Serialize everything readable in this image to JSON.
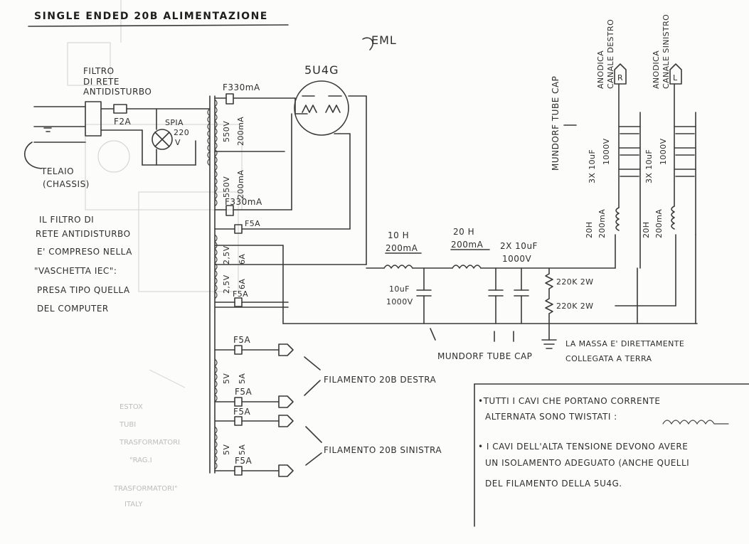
{
  "title": "SINGLE ENDED 20B  ALIMENTAZIONE",
  "tube": {
    "brand": "EML",
    "type": "5U4G"
  },
  "mains": {
    "filter_label_1": "FILTRO",
    "filter_label_2": "DI RETE",
    "filter_label_3": "ANTIDISTURBO",
    "fuse": "F2A",
    "lamp_1": "SPIA",
    "lamp_2": "220",
    "lamp_3": "V",
    "chassis_1": "TELAIO",
    "chassis_2": "(CHASSIS)"
  },
  "note_left": [
    "IL FILTRO DI",
    "RETE ANTIDISTURBO",
    "E' COMPRESO NELLA",
    "\"VASCHETTA IEC\":",
    "PRESA TIPO QUELLA",
    "DEL COMPUTER"
  ],
  "transformer": {
    "fuse_hv_1": "F330mA",
    "hv_1a": "550V",
    "hv_1b": "200mA",
    "hv_2a": "550V",
    "hv_2b": "200mA",
    "fuse_hv_2": "F330mA",
    "fuse_f5a": "F5A",
    "htr_1": "2,5V",
    "htr_2": "6A",
    "htr_3": "2,5V",
    "htr_4": "6A",
    "fil_v": "5V",
    "fil_a": "5A"
  },
  "filter": {
    "choke1_a": "10 H",
    "choke1_b": "200mA",
    "choke2_a": "20 H",
    "choke2_b": "200mA",
    "cap1_a": "10uF",
    "cap1_b": "1000V",
    "cap2_a": "2X 10uF",
    "cap2_b": "1000V",
    "res1": "220K 2W",
    "res2": "220K 2W",
    "mundorf_bottom": "MUNDORF TUBE CAP",
    "ground_1": "LA MASSA E' DIRETTAMENTE",
    "ground_2": "COLLEGATA A TERRA"
  },
  "right": {
    "mundorf_side": "MUNDORF TUBE CAP",
    "cap_a": "3X 10uF",
    "cap_b": "1000V",
    "choke_a": "20H",
    "choke_b": "200mA",
    "anode_r_1": "ANODICA",
    "anode_r_2": "CANALE DESTRO",
    "anode_l_1": "ANODICA",
    "anode_l_2": "CANALE SINISTRO",
    "r_tag": "R",
    "l_tag": "L"
  },
  "filaments": {
    "right": "FILAMENTO 20B DESTRA",
    "left": "FILAMENTO 20B SINISTRA"
  },
  "notes_box": {
    "line1a": "•TUTTI I CAVI CHE PORTANO CORRENTE",
    "line1b": "ALTERNATA SONO TWISTATI :",
    "line2a": "• I CAVI DELL'ALTA TENSIONE DEVONO AVERE",
    "line2b": "UN ISOLAMENTO ADEGUATO (ANCHE QUELLI",
    "line2c": "DEL FILAMENTO DELLA 5U4G."
  }
}
